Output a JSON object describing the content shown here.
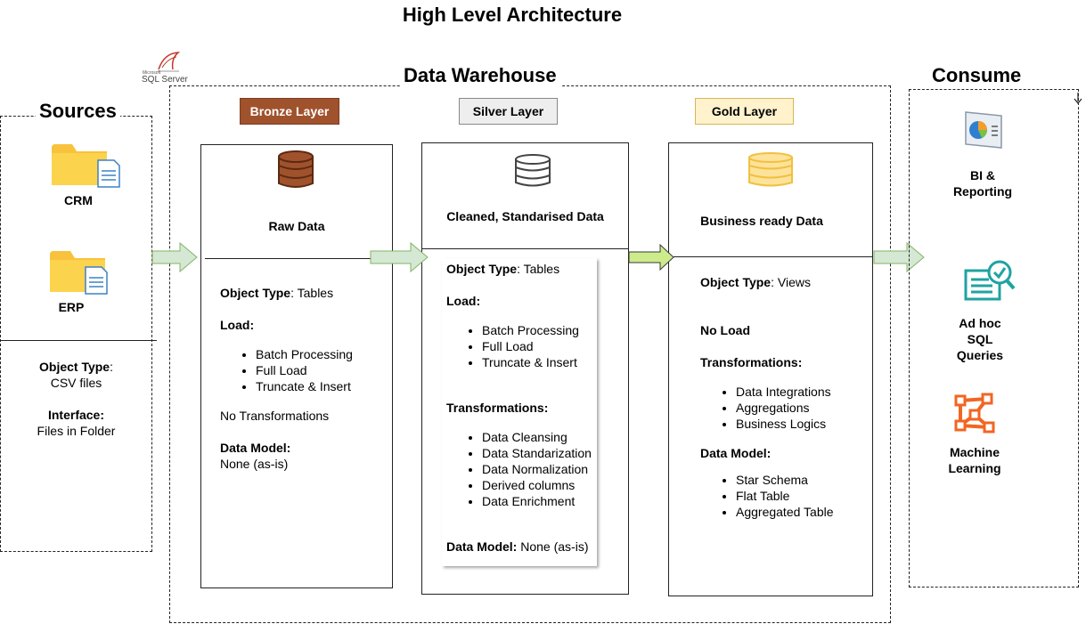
{
  "title": "High Level Architecture",
  "sources": {
    "heading": "Sources",
    "items": [
      {
        "label": "CRM",
        "icon": "folder-document-icon"
      },
      {
        "label": "ERP",
        "icon": "folder-document-icon"
      }
    ],
    "object_type_label": "Object Type",
    "object_type_colon": ":",
    "object_type_value": "CSV files",
    "interface_label": "Interface:",
    "interface_value": "Files in Folder"
  },
  "warehouse": {
    "heading": "Data Warehouse",
    "sql_logo_small": "Microsoft",
    "sql_logo_text": "SQL Server"
  },
  "bronze": {
    "badge": "Bronze Layer",
    "badge_color": "#a0522d",
    "icon": "database-icon",
    "icon_color": "#a0522d",
    "subtitle": "Raw Data",
    "object_type_label": "Object Type",
    "object_type_value": ": Tables",
    "load_label": "Load:",
    "load_items": [
      "Batch Processing",
      "Full Load",
      "Truncate & Insert"
    ],
    "transformations_text": "No Transformations",
    "data_model_label": "Data Model:",
    "data_model_value": "None (as-is)"
  },
  "silver": {
    "badge": "Silver Layer",
    "badge_color": "#eeeeee",
    "icon": "database-icon",
    "icon_color": "#444444",
    "subtitle": "Cleaned, Standarised Data",
    "object_type_label": "Object Type",
    "object_type_value": ": Tables",
    "load_label": "Load:",
    "load_items": [
      "Batch Processing",
      "Full Load",
      "Truncate & Insert"
    ],
    "transformations_label": "Transformations:",
    "transformation_items": [
      "Data Cleansing",
      "Data Standarization",
      "Data Normalization",
      "Derived columns",
      "Data Enrichment"
    ],
    "data_model_label": "Data Model:",
    "data_model_value": " None (as-is)"
  },
  "gold": {
    "badge": "Gold Layer",
    "badge_color": "#fff2cc",
    "icon": "database-icon",
    "icon_color": "#f5c842",
    "subtitle": "Business ready Data",
    "object_type_label": "Object Type",
    "object_type_value": ": Views",
    "load_text": "No Load",
    "transformations_label": "Transformations:",
    "transformation_items": [
      "Data Integrations",
      "Aggregations",
      "Business Logics"
    ],
    "data_model_label": "Data Model:",
    "data_model_items": [
      "Star Schema",
      "Flat Table",
      "Aggregated Table"
    ]
  },
  "consume": {
    "heading": "Consume",
    "items": [
      {
        "label_lines": [
          "BI &",
          "Reporting"
        ],
        "icon": "dashboard-report-icon"
      },
      {
        "label_lines": [
          "Ad hoc",
          "SQL",
          "Queries"
        ],
        "icon": "query-search-icon"
      },
      {
        "label_lines": [
          "Machine",
          "Learning"
        ],
        "icon": "machine-learning-icon"
      }
    ]
  },
  "colors": {
    "arrow_fill": "#d5e8d4",
    "arrow_stroke": "#82b366",
    "arrow_gold_fill": "#cdeb8b",
    "ml_orange": "#f26522",
    "query_teal": "#1fa3a0"
  }
}
